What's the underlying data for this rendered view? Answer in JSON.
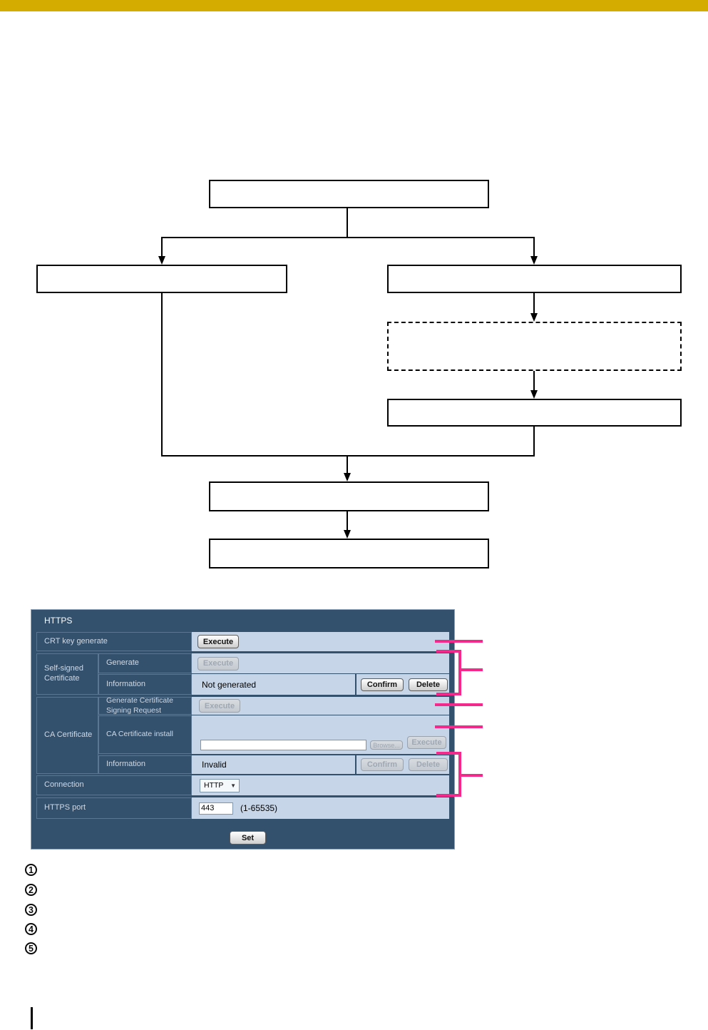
{
  "page": {
    "top_bar_color": "#d4ac00",
    "background": "#ffffff"
  },
  "panel": {
    "title": "HTTPS",
    "crt_row": {
      "label": "CRT key generate",
      "execute": "Execute"
    },
    "self_signed": {
      "label": "Self-signed Certificate",
      "generate_label": "Generate",
      "generate_execute": "Execute",
      "information_label": "Information",
      "information_value": "Not generated",
      "confirm": "Confirm",
      "delete": "Delete"
    },
    "ca": {
      "label": "CA Certificate",
      "csr_label": "Generate Certificate Signing Request",
      "csr_execute": "Execute",
      "install_label": "CA Certificate install",
      "install_field_value": "",
      "browse": "Browse...",
      "install_execute": "Execute",
      "information_label": "Information",
      "information_value": "Invalid",
      "confirm": "Confirm",
      "delete": "Delete"
    },
    "connection": {
      "label": "Connection",
      "value": "HTTP"
    },
    "https_port": {
      "label": "HTTPS port",
      "value": "443",
      "range_hint": "(1-65535)"
    },
    "set_button": "Set"
  },
  "callouts": {
    "numbers": [
      "1",
      "2",
      "3",
      "4",
      "5"
    ],
    "color": "#f4298c"
  },
  "colors": {
    "panel_navy": "#33506d",
    "cell_blue": "#c6d5e8",
    "accent_pink": "#f4298c",
    "top_bar_yellow": "#d4ac00"
  }
}
